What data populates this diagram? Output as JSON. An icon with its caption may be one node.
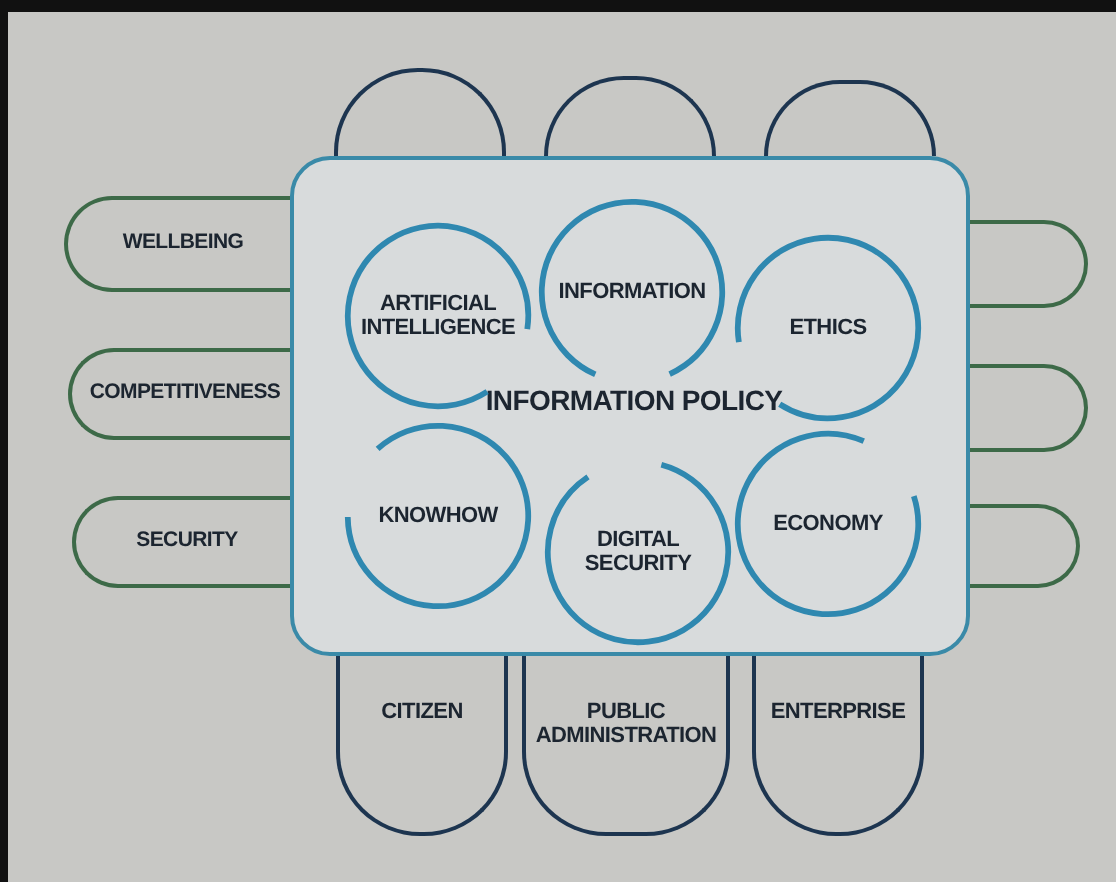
{
  "diagram": {
    "nodes": [
      {
        "text": [
          "INFORMATION POLICY"
        ]
      },
      {
        "text": [
          "ARTIFICIAL INTELLIGENCE"
        ],
        "in": 0
      },
      {
        "text": [
          "INFORMATION"
        ],
        "in": 0
      },
      {
        "text": [
          "ETHICS"
        ],
        "in": 0
      },
      {
        "text": [
          "KNOWHOW"
        ],
        "in": 0
      },
      {
        "text": [
          "DIGITAL SECURITY"
        ],
        "in": 0
      },
      {
        "text": [
          "ECONOMY"
        ],
        "in": 0
      },
      {
        "text": [],
        "shape": "box"
      },
      {
        "text": [],
        "shape": "box"
      },
      {
        "text": [],
        "shape": "box"
      },
      {
        "text": [
          "WELLBEING"
        ]
      },
      {
        "text": [
          "COMPETITIVENESS"
        ]
      },
      {
        "text": [
          "SECURITY"
        ]
      },
      {
        "text": [],
        "shape": "box"
      },
      {
        "text": [],
        "shape": "box"
      },
      {
        "text": [],
        "shape": "box"
      },
      {
        "text": [
          "CITIZEN"
        ]
      },
      {
        "text": [
          "PUBLIC ADMINISTRATION"
        ]
      },
      {
        "text": [
          "ENTERPRISE"
        ]
      }
    ]
  }
}
